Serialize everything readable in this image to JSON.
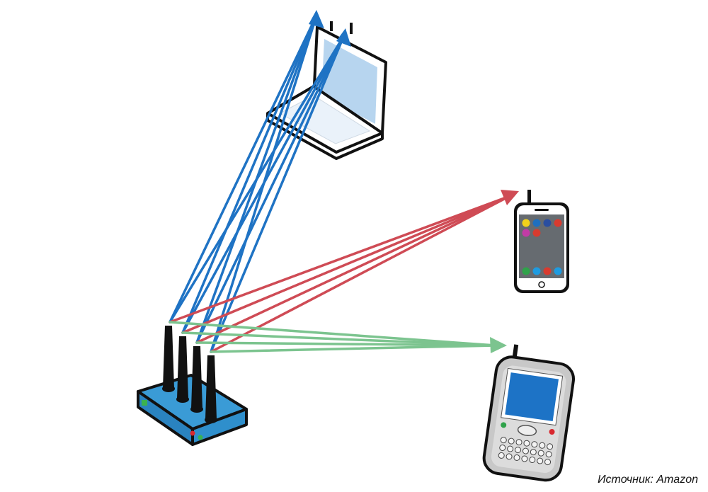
{
  "caption": "Источник: Amazon",
  "colors": {
    "laptop_beams": "#1f73c4",
    "smartphone_beams": "#cf4b55",
    "pda_beams": "#7cc48f",
    "router_body": "#3a9bd6",
    "outline": "#111111",
    "laptop_screen": "#b7d5ef",
    "pda_screen": "#1d73c6"
  },
  "diagram": {
    "nodes": [
      {
        "id": "router",
        "kind": "wifi-router",
        "antennas": 4
      },
      {
        "id": "laptop",
        "kind": "laptop"
      },
      {
        "id": "smartphone",
        "kind": "smartphone"
      },
      {
        "id": "pda",
        "kind": "pda-phone"
      }
    ],
    "edges": [
      {
        "from": "router",
        "to": "laptop",
        "color": "laptop_beams"
      },
      {
        "from": "router",
        "to": "smartphone",
        "color": "smartphone_beams"
      },
      {
        "from": "router",
        "to": "pda",
        "color": "pda_beams"
      }
    ],
    "smartphone_app_colors": [
      "#f2d21b",
      "#1e6fbf",
      "#2a4ea0",
      "#d83b2f",
      "#c23ba6",
      "#d83b2f",
      "#2fa24a",
      "#1e9be0",
      "#d83b2f",
      "#1e9be0"
    ]
  }
}
